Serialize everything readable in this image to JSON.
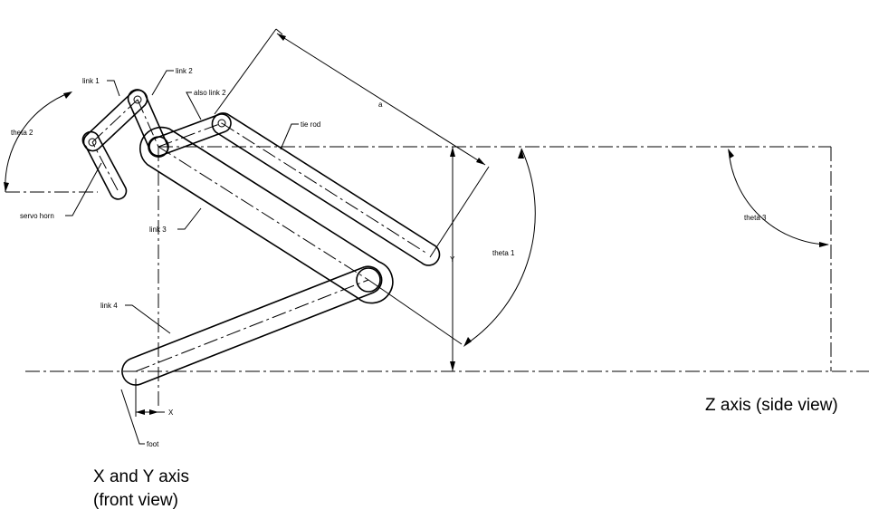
{
  "labels": {
    "theta2": "theta 2",
    "link1": "link 1",
    "link2": "link 2",
    "also_link2": "also link 2",
    "tie_rod": "tie rod",
    "a": "a",
    "servo_horn": "servo horn",
    "link3": "link 3",
    "link4": "link 4",
    "theta1": "theta 1",
    "Y": "Y",
    "theta3": "theta 3",
    "X": "X",
    "foot": "foot"
  },
  "captions": {
    "front_line1": "X and Y axis",
    "front_line2": "(front view)",
    "side": "Z axis (side view)"
  }
}
